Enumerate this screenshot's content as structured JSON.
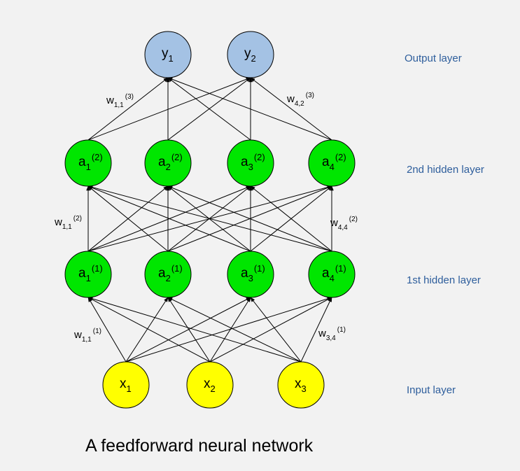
{
  "colors": {
    "background": "#f2f2f2",
    "output": "#a4c2e4",
    "hidden": "#00e600",
    "input": "#ffff00",
    "layer_text": "#2e5e9c"
  },
  "layers": [
    {
      "id": "output",
      "label": "Output layer",
      "nodes": [
        {
          "base": "y",
          "sub": "1",
          "sup": ""
        },
        {
          "base": "y",
          "sub": "2",
          "sup": ""
        }
      ]
    },
    {
      "id": "hidden2",
      "label": "2nd hidden layer",
      "nodes": [
        {
          "base": "a",
          "sub": "1",
          "sup": "(2)"
        },
        {
          "base": "a",
          "sub": "2",
          "sup": "(2)"
        },
        {
          "base": "a",
          "sub": "3",
          "sup": "(2)"
        },
        {
          "base": "a",
          "sub": "4",
          "sup": "(2)"
        }
      ]
    },
    {
      "id": "hidden1",
      "label": "1st hidden layer",
      "nodes": [
        {
          "base": "a",
          "sub": "1",
          "sup": "(1)"
        },
        {
          "base": "a",
          "sub": "2",
          "sup": "(1)"
        },
        {
          "base": "a",
          "sub": "3",
          "sup": "(1)"
        },
        {
          "base": "a",
          "sub": "4",
          "sup": "(1)"
        }
      ]
    },
    {
      "id": "input",
      "label": "Input layer",
      "nodes": [
        {
          "base": "x",
          "sub": "1",
          "sup": ""
        },
        {
          "base": "x",
          "sub": "2",
          "sup": ""
        },
        {
          "base": "x",
          "sub": "3",
          "sup": ""
        }
      ]
    }
  ],
  "weights": [
    {
      "base": "w",
      "sub": "1,1",
      "sup": "(3)"
    },
    {
      "base": "w",
      "sub": "4,2",
      "sup": "(3)"
    },
    {
      "base": "w",
      "sub": "1,1",
      "sup": "(2)"
    },
    {
      "base": "w",
      "sub": "4,4",
      "sup": "(2)"
    },
    {
      "base": "w",
      "sub": "1,1",
      "sup": "(1)"
    },
    {
      "base": "w",
      "sub": "3,4",
      "sup": "(1)"
    }
  ],
  "caption": "A feedforward neural network"
}
